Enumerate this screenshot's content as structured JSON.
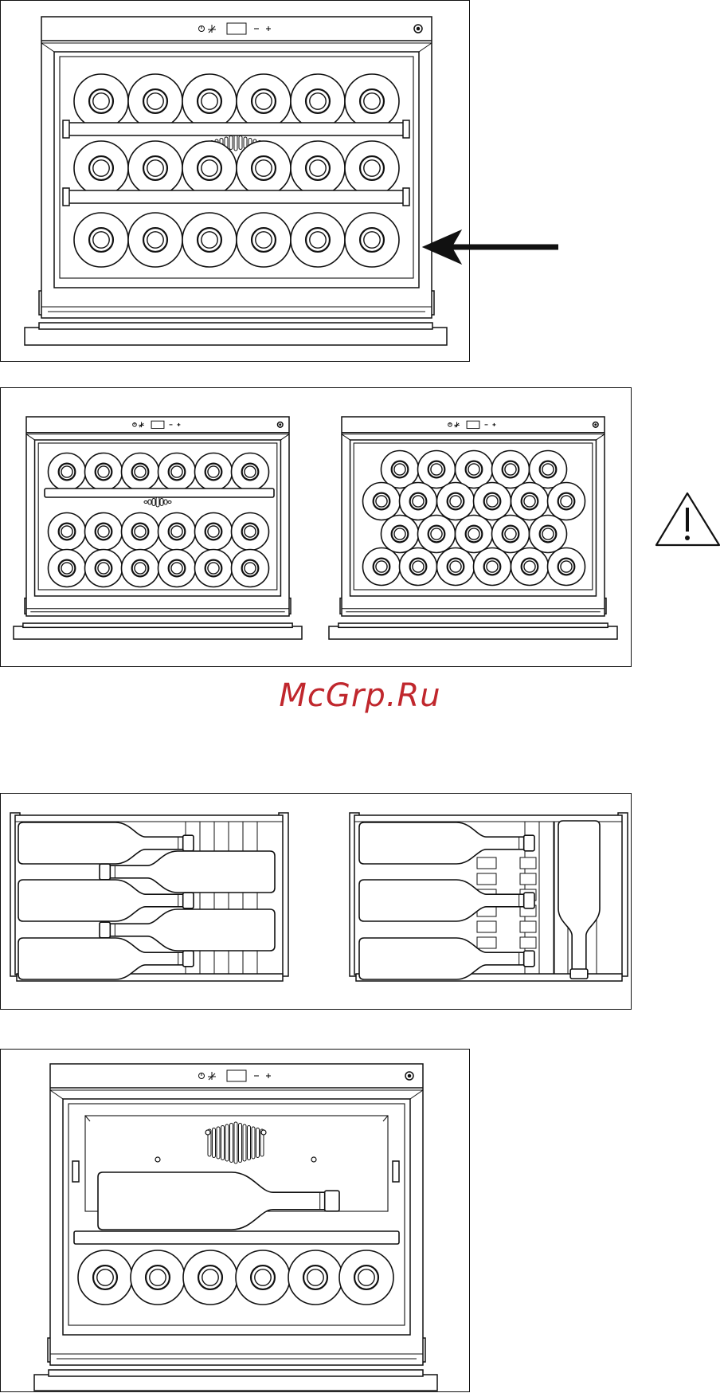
{
  "watermark": {
    "text": "McGrp.Ru",
    "color": "#c0272d"
  },
  "colors": {
    "line": "#111111",
    "bg": "#ffffff"
  },
  "figures": [
    {
      "id": "fig1",
      "description_icons": [
        "arrow-left-icon"
      ],
      "shelves": [
        6,
        6,
        6
      ]
    },
    {
      "id": "fig2",
      "description_icons": [
        "warning-triangle-icon"
      ],
      "left_rows": [
        6,
        6,
        6
      ],
      "right_rows": [
        5,
        6,
        5,
        6
      ]
    },
    {
      "id": "fig3",
      "description_icons": [
        "bottle-icon"
      ]
    },
    {
      "id": "fig4",
      "description_icons": [
        "bottle-icon"
      ],
      "bottom_row": 6
    }
  ],
  "control_panel_icons": [
    "power-icon",
    "fan-icon",
    "display-window",
    "minus-icon",
    "plus-icon",
    "knob-icon"
  ],
  "control_panel_symbols": {
    "minus": "–",
    "plus": "+"
  }
}
